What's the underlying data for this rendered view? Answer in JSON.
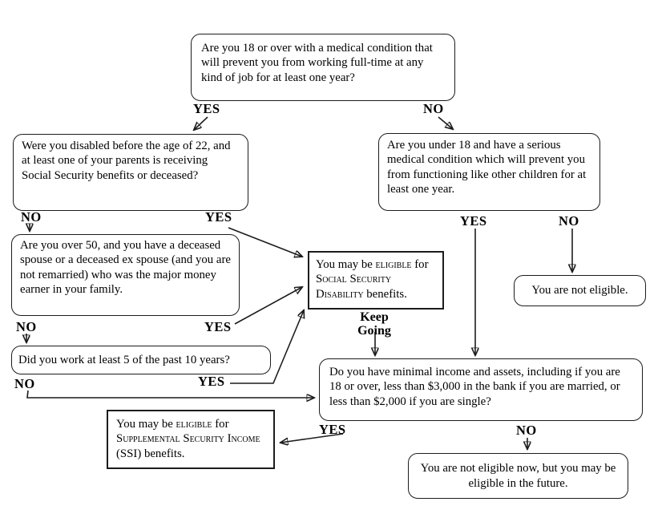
{
  "colors": {
    "line": "#1c1c1c",
    "text": "#000000",
    "background": "#ffffff"
  },
  "nodes": {
    "q_main": {
      "text": "Are you 18 or over with a medical condition that will prevent you from working full-time at any kind of job for at least one year?"
    },
    "q_disabled22": {
      "text": "Were you disabled before the age of 22, and at least one of your parents is receiving Social Security benefits or deceased?"
    },
    "q_under18": {
      "text": "Are you under 18 and have a serious medical condition which will prevent you from functioning like other children for at least one year."
    },
    "q_over50": {
      "text": "Are you over 50, and you have a deceased spouse or a deceased ex spouse (and you are not remarried) who was the major money earner in your family."
    },
    "q_didwork": {
      "text": "Did you work at least 5 of the past 10 years?"
    },
    "q_income": {
      "text": "Do you have minimal income and assets, including if you are 18 or over, less than $3,000 in the bank if you are married, or less than $2,000 if you are single?"
    },
    "r_ssd": {
      "segments": [
        {
          "text": "You may be "
        },
        {
          "text": "eligible",
          "sc": true
        },
        {
          "text": " for "
        },
        {
          "text": "Social Security Disability",
          "sc": true
        },
        {
          "text": " benefits."
        }
      ]
    },
    "r_ssi": {
      "segments": [
        {
          "text": "You may be "
        },
        {
          "text": "eligible",
          "sc": true
        },
        {
          "text": " for "
        },
        {
          "text": "Supplemental Security Income",
          "sc": true
        },
        {
          "text": " (SSI) benefits."
        }
      ]
    },
    "r_not_eligible": {
      "text": "You are not eligible."
    },
    "r_not_now": {
      "text": "You are not eligible now, but you may be eligible in the future."
    }
  },
  "labels": {
    "top_yes": "YES",
    "top_no": "NO",
    "d22_no": "NO",
    "d22_yes": "YES",
    "u18_yes": "YES",
    "u18_no": "NO",
    "o50_no": "NO",
    "o50_yes": "YES",
    "dw_no": "NO",
    "dw_yes": "YES",
    "inc_yes": "YES",
    "inc_no": "NO",
    "keep_going": "Keep Going"
  }
}
